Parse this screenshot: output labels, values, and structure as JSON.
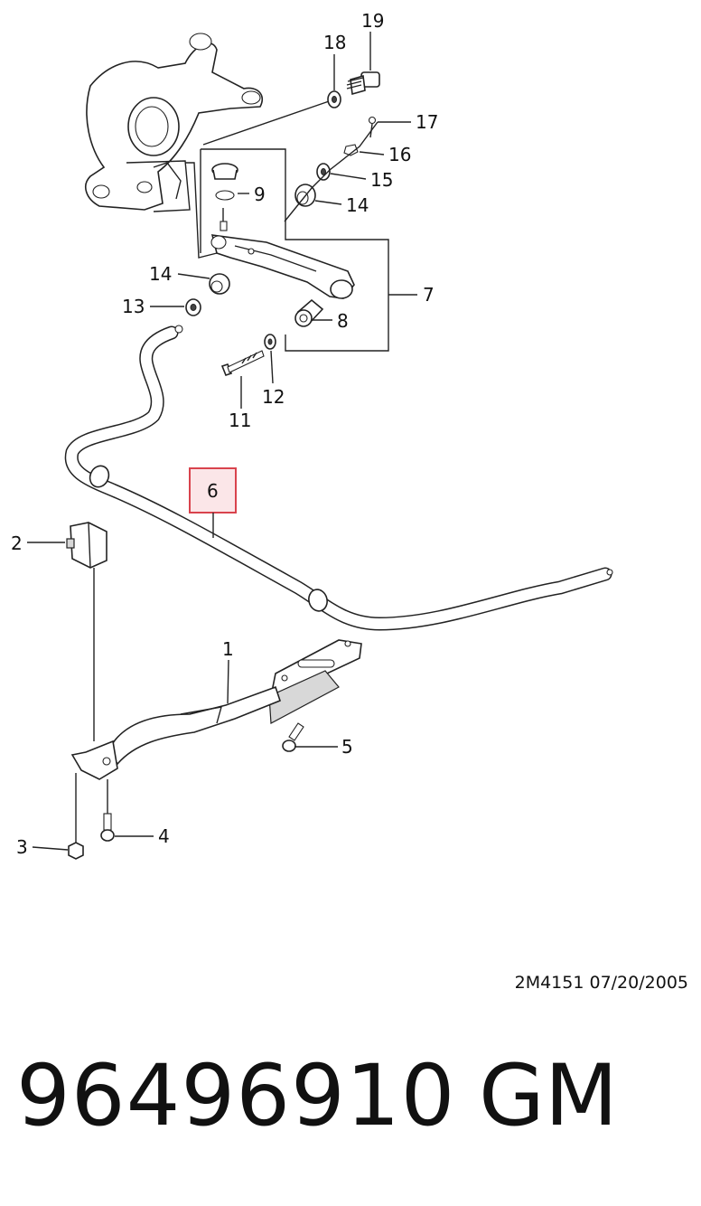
{
  "callouts": {
    "c1": "1",
    "c2": "2",
    "c3": "3",
    "c4": "4",
    "c5": "5",
    "c6": "6",
    "c7": "7",
    "c8": "8",
    "c9": "9",
    "c11": "11",
    "c12": "12",
    "c13": "13",
    "c14a": "14",
    "c14b": "14",
    "c15": "15",
    "c16": "16",
    "c17": "17",
    "c18": "18",
    "c19": "19"
  },
  "highlight_color": "#d9434d",
  "highlight_fill": "#fbe6e8",
  "drawing_code": "2M4151  07/20/2005",
  "part_number": "96496910",
  "brand": "GM"
}
